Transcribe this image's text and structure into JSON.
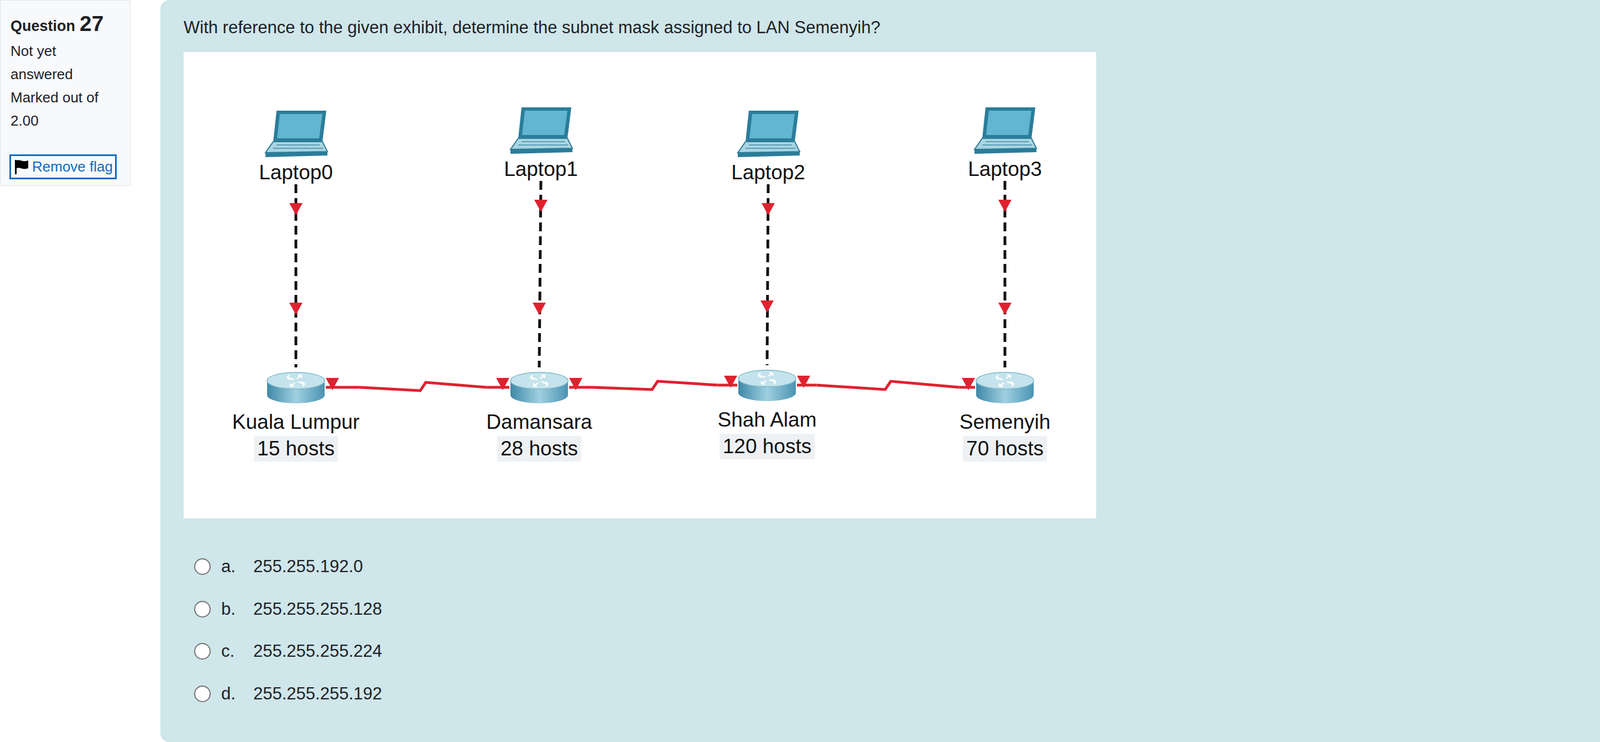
{
  "diagram": {
    "nodes": [
      {
        "text": [
          "Question",
          "27",
          "Not yet answered",
          "Marked out of 2.00"
        ]
      },
      {
        "text": [
          "Remove flag"
        ],
        "in": 0
      },
      {
        "text": [
          "With reference to the given exhibit, determine the subnet mask assigned to LAN Semenyih?"
        ]
      },
      {
        "text": [
          "Laptop0"
        ],
        "in": 2
      },
      {
        "text": [
          "Laptop1"
        ],
        "in": 2
      },
      {
        "text": [
          "Laptop2"
        ],
        "in": 2
      },
      {
        "text": [
          "Laptop3"
        ],
        "in": 2
      },
      {
        "text": [
          "Kuala Lumpur",
          "15 hosts"
        ],
        "in": 2
      },
      {
        "text": [
          "Damansara",
          "28 hosts"
        ],
        "in": 2
      },
      {
        "text": [
          "Shah Alam",
          "120 hosts"
        ],
        "in": 2
      },
      {
        "text": [
          "Semenyih",
          "70 hosts"
        ],
        "in": 2
      }
    ],
    "edges": [
      {
        "from": 3,
        "to": 7,
        "arrow": "none"
      },
      {
        "from": 4,
        "to": 8,
        "arrow": "none"
      },
      {
        "from": 5,
        "to": 9,
        "arrow": "none"
      },
      {
        "from": 6,
        "to": 10,
        "arrow": "none"
      },
      {
        "from": 7,
        "to": 8,
        "arrow": "none"
      },
      {
        "from": 8,
        "to": 9,
        "arrow": "none"
      },
      {
        "from": 9,
        "to": 10,
        "arrow": "none"
      }
    ],
    "labels": [
      "a.",
      "255.255.192.0",
      "b.",
      "255.255.255.128",
      "c.",
      "255.255.255.224",
      "d.",
      "255.255.255.192"
    ]
  }
}
